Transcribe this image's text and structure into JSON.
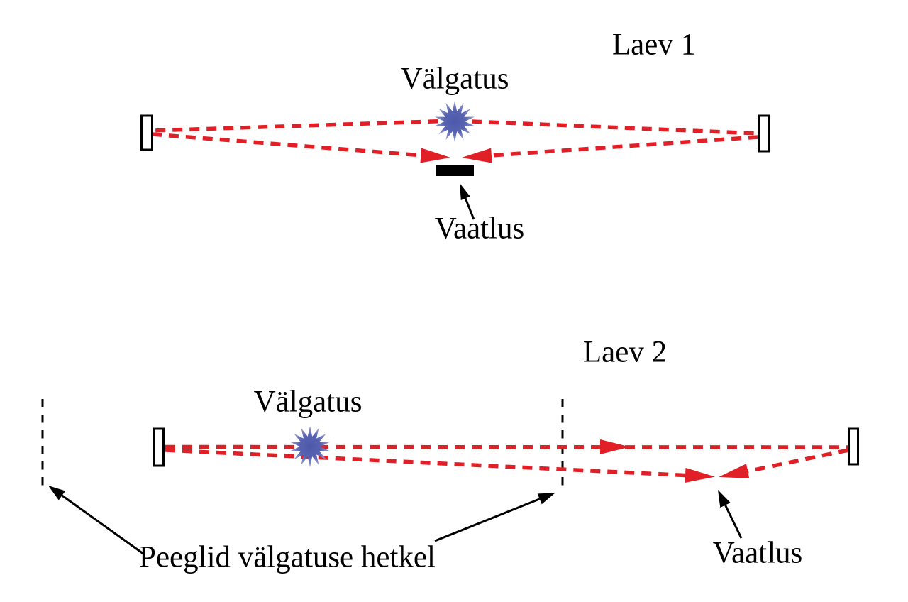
{
  "colors": {
    "ray_red": "#e01f26",
    "flash_blue_core": "#4d58aa",
    "flash_blue_edge": "#9aa2d8",
    "ink_black": "#000000",
    "background": "#ffffff"
  },
  "icons": {
    "flash": "starburst-icon",
    "mirror": "mirror-rect-icon",
    "detector": "black-bar-icon",
    "ray": "red-dashed-ray",
    "ghost_mirror": "black-dashed-line"
  },
  "ship1": {
    "title": "Laev 1",
    "flash_label": "Välgatus",
    "observation_label": "Vaatlus"
  },
  "ship2": {
    "title": "Laev 2",
    "flash_label": "Välgatus",
    "observation_label": "Vaatlus",
    "ghost_mirrors_label": "Peeglid välgatuse hetkel"
  }
}
